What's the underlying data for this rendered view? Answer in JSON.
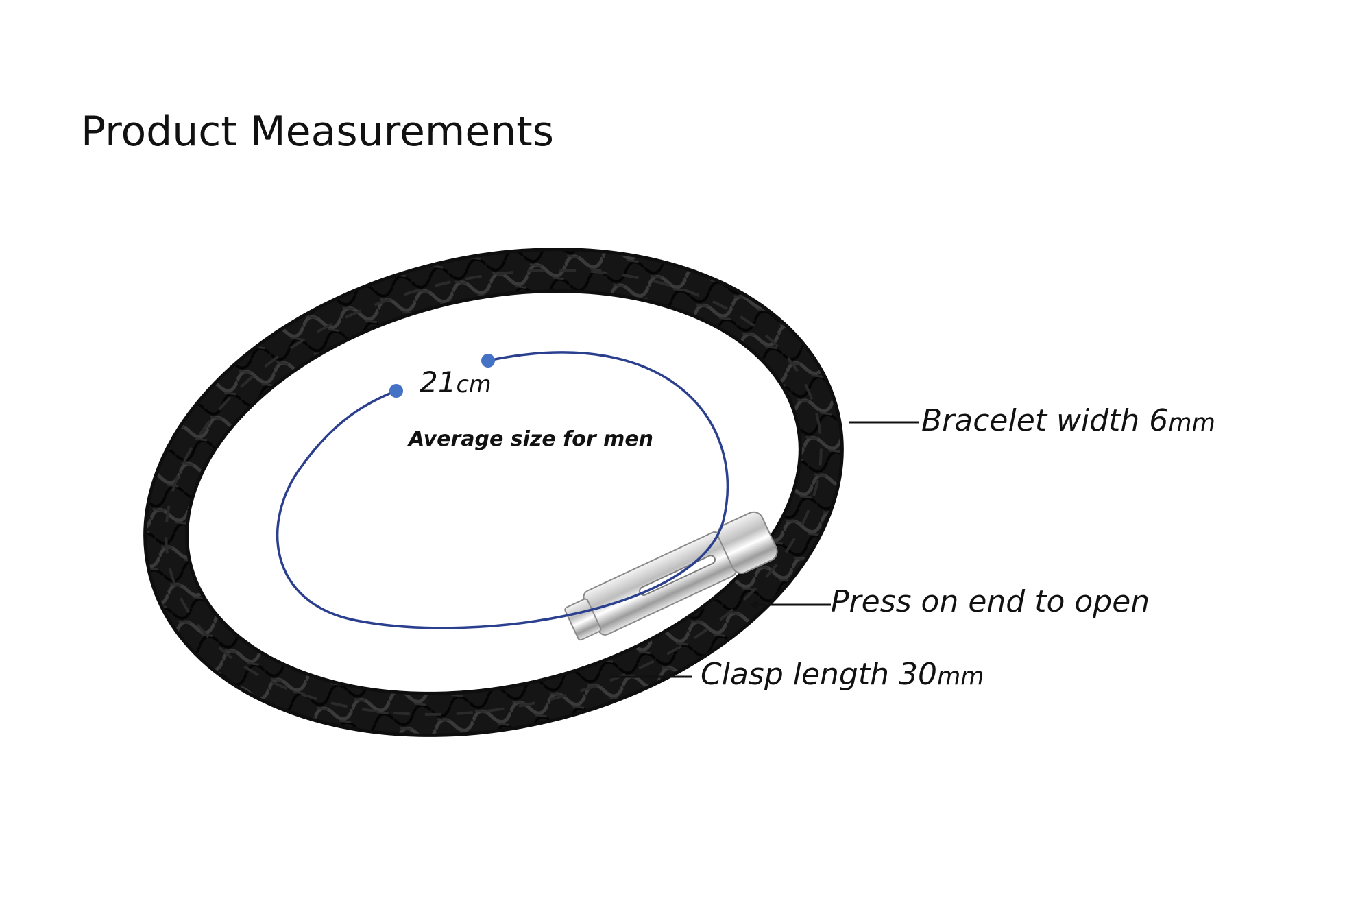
{
  "title": "Product Measurements",
  "circumference": {
    "value": "21",
    "unit": "cm"
  },
  "note": "Average size for men",
  "callouts": {
    "width": {
      "text": "Bracelet width 6",
      "unit": "mm"
    },
    "press": {
      "text": "Press on end to open"
    },
    "clasp": {
      "text": "Clasp length 30",
      "unit": "mm"
    }
  },
  "colors": {
    "measure_line": "#2b3f8f",
    "measure_dot": "#4472c4",
    "leather": "#141414",
    "clasp_steel": "#d9d9d9"
  }
}
